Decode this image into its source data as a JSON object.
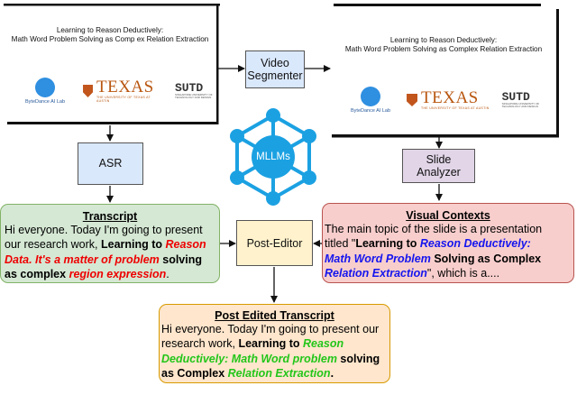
{
  "slide": {
    "title_line1": "Learning to Reason Deductively:",
    "title_line2_left": "Math Word Problem Solving as Comp ex Relation Extraction",
    "title_line2_right": "Math Word Problem Solving as Complex Relation Extraction",
    "bytedance_label": "ByteDance AI Lab",
    "texas_label": "TEXAS",
    "texas_sub": "THE UNIVERSITY OF TEXAS AT AUSTIN",
    "sutd_label": "SUTD",
    "sutd_sub": "SINGAPORE UNIVERSITY OF TECHNOLOGY AND DESIGN"
  },
  "nodes": {
    "video_segmenter_line1": "Video",
    "video_segmenter_line2": "Segmenter",
    "asr": "ASR",
    "mllms": "MLLMs",
    "slide_analyzer_line1": "Slide",
    "slide_analyzer_line2": "Analyzer",
    "post_editor": "Post-Editor"
  },
  "transcript": {
    "title": "Transcript",
    "line1": "Hi everyone. Today I'm going to present",
    "line2_a": "our research work, ",
    "line2_b": "Learning to ",
    "line2_c": "Reason",
    "line3_a": "Data. It's a matter of problem",
    "line3_b": " solving",
    "line4_a": "as complex ",
    "line4_b": "region expression",
    "line4_c": "."
  },
  "visual_contexts": {
    "title": "Visual Contexts",
    "line1": "The main topic of the slide is a presentation",
    "line2_a": "titled \"",
    "line2_b": "Learning to ",
    "line2_c": "Reason Deductively:",
    "line3_a": "Math Word Problem",
    "line3_b": " Solving as Complex",
    "line4_a": "Relation Extraction",
    "line4_b": "\", which is a...."
  },
  "post_edited": {
    "title": "Post Edited Transcript",
    "line1": "Hi everyone. Today I'm going to present our",
    "line2_a": "research work, ",
    "line2_b": "Learning to ",
    "line2_c": "Reason",
    "line3_a": "Deductively: Math Word problem",
    "line3_b": " solving",
    "line4_a": "as Complex ",
    "line4_b": "Relation Extraction",
    "line4_c": "."
  },
  "colors": {
    "process_box": "#dae8fc",
    "post_editor_box": "#fff2cc",
    "transcript_fill": "#d5e8d4",
    "transcript_border": "#82b366",
    "visual_fill": "#f8cecc",
    "visual_border": "#b85450",
    "post_fill": "#ffe6cc",
    "post_border": "#d79b00",
    "mllm_blue": "#1ba1e2"
  }
}
